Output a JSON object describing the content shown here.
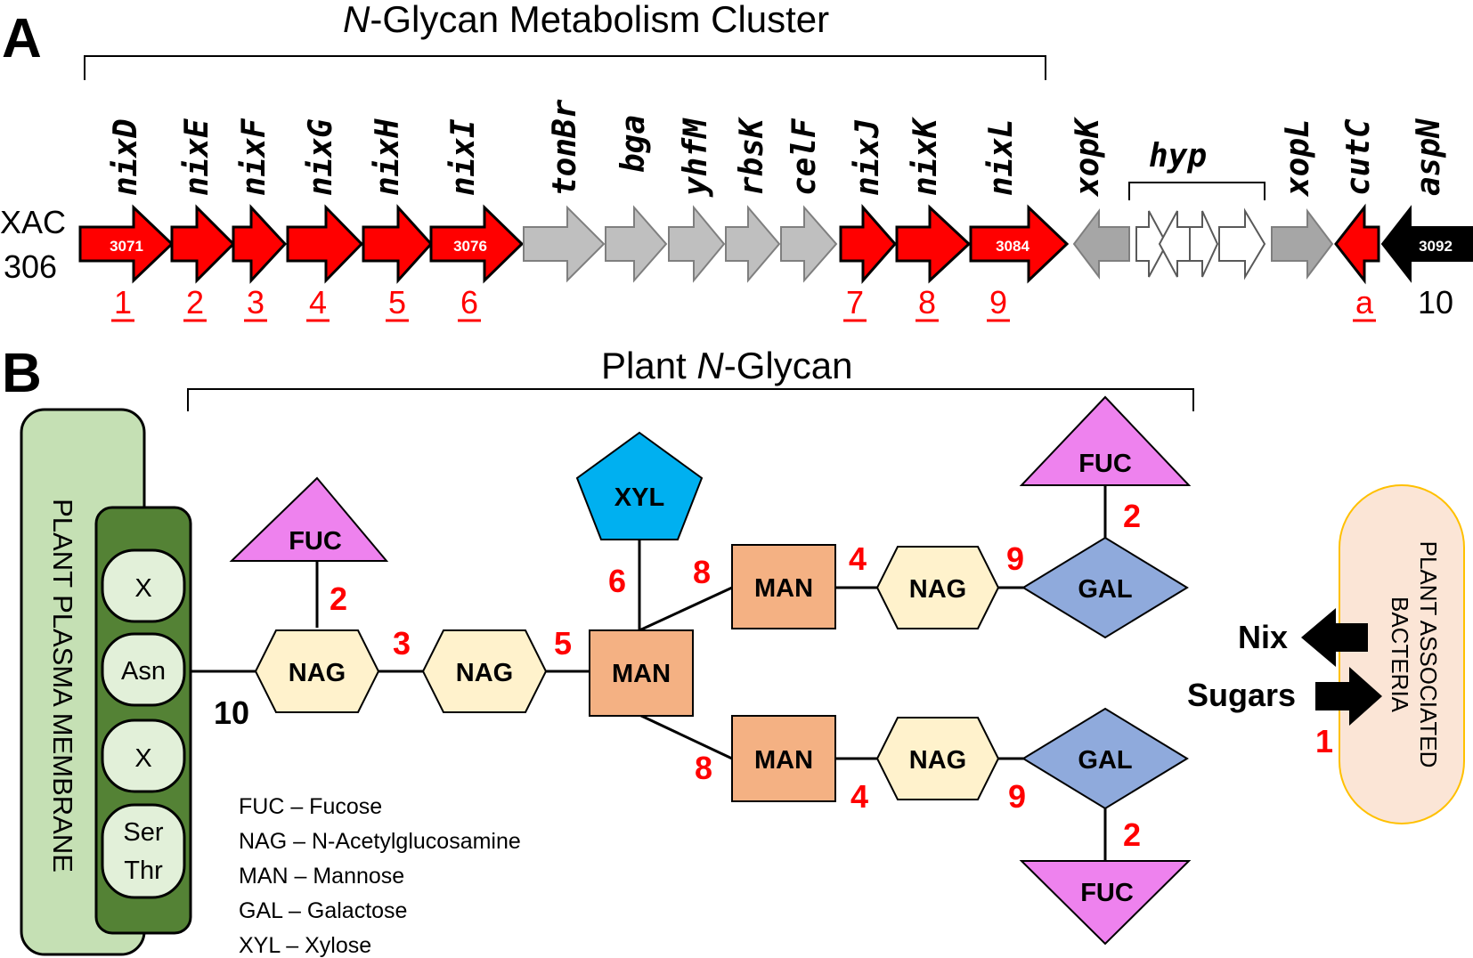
{
  "panel_a": {
    "letter": "A",
    "title_italic": "N",
    "title_rest": "-Glycan Metabolism Cluster",
    "strain_line1": "XAC",
    "strain_line2": "306",
    "genes": [
      {
        "name": "nixD",
        "locus": "3071",
        "num": "1"
      },
      {
        "name": "nixE",
        "locus": "",
        "num": "2"
      },
      {
        "name": "nixF",
        "locus": "",
        "num": "3"
      },
      {
        "name": "nixG",
        "locus": "",
        "num": "4"
      },
      {
        "name": "nixH",
        "locus": "",
        "num": "5"
      },
      {
        "name": "nixI",
        "locus": "3076",
        "num": "6"
      },
      {
        "name": "tonBr",
        "locus": "",
        "num": ""
      },
      {
        "name": "bga",
        "locus": "",
        "num": ""
      },
      {
        "name": "yhfM",
        "locus": "",
        "num": ""
      },
      {
        "name": "rbsK",
        "locus": "",
        "num": ""
      },
      {
        "name": "celF",
        "locus": "",
        "num": ""
      },
      {
        "name": "nixJ",
        "locus": "",
        "num": "7"
      },
      {
        "name": "nixK",
        "locus": "",
        "num": "8"
      },
      {
        "name": "nixL",
        "locus": "3084",
        "num": "9"
      },
      {
        "name": "xopK",
        "locus": "",
        "num": ""
      },
      {
        "name": "hyp",
        "locus": "",
        "num": ""
      },
      {
        "name": "xopL",
        "locus": "",
        "num": ""
      },
      {
        "name": "cutC",
        "locus": "",
        "num": "a"
      },
      {
        "name": "aspN",
        "locus": "3092",
        "num": "10"
      }
    ],
    "colors": {
      "nix": "#ff0000",
      "other": "#bfbfbf",
      "xop": "#a6a6a6",
      "hyp": "#ffffff",
      "aspN": "#000000"
    }
  },
  "panel_b": {
    "letter": "B",
    "title_pre": "Plant ",
    "title_italic": "N",
    "title_rest": "-Glycan",
    "membrane_label": "PLANT PLASMA MEMBRANE",
    "residues": [
      "X",
      "Asn",
      "X",
      "Ser",
      "Thr"
    ],
    "bacteria_label_line1": "PLANT ASSOCIATED",
    "bacteria_label_line2": "BACTERIA",
    "nix_label": "Nix",
    "sugars_label": "Sugars",
    "bacteria_num": "1",
    "sugars": {
      "fuc_left": "FUC",
      "nag1": "NAG",
      "nag2": "NAG",
      "man_core": "MAN",
      "xyl": "XYL",
      "man_top": "MAN",
      "nag_top": "NAG",
      "gal_top": "GAL",
      "fuc_top": "FUC",
      "man_bot": "MAN",
      "nag_bot": "NAG",
      "gal_bot": "GAL",
      "fuc_bot": "FUC"
    },
    "linkage_numbers": {
      "asn_nag": "10",
      "fuc_nag": "2",
      "nag_nag": "3",
      "nag_man": "5",
      "xyl_man": "6",
      "man_man_top": "8",
      "man_nag_top": "4",
      "nag_gal_top": "9",
      "gal_fuc_top": "2",
      "man_man_bot": "8",
      "man_nag_bot": "4",
      "nag_gal_bot": "9",
      "gal_fuc_bot": "2"
    },
    "legend": [
      "FUC – Fucose",
      "NAG – N-Acetylglucosamine",
      "MAN – Mannose",
      "GAL – Galactose",
      "XYL – Xylose"
    ],
    "colors": {
      "fuc": "#ee82ee",
      "nag": "#fff2cc",
      "man": "#f4b183",
      "gal": "#8faadc",
      "xyl": "#00b0f0",
      "membrane_outer": "#c5e0b4",
      "membrane_inner": "#548235",
      "residue": "#e2f0d9",
      "bacteria": "#fbe5d6",
      "bacteria_border": "#ffc000"
    }
  }
}
